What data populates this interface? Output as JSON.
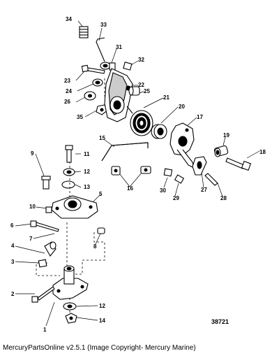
{
  "diagram": {
    "reference_number": "38721",
    "callouts": [
      "1",
      "2",
      "3",
      "4",
      "5",
      "6",
      "7",
      "8",
      "9",
      "10",
      "11",
      "12",
      "12",
      "13",
      "14",
      "15",
      "16",
      "16",
      "17",
      "18",
      "19",
      "20",
      "21",
      "22",
      "23",
      "24",
      "25",
      "26",
      "27",
      "28",
      "29",
      "30",
      "31",
      "32",
      "33",
      "34",
      "35"
    ]
  },
  "caption": "MercuryPartsOnline v2.5.1 (Image Copyright- Mercury Marine)"
}
